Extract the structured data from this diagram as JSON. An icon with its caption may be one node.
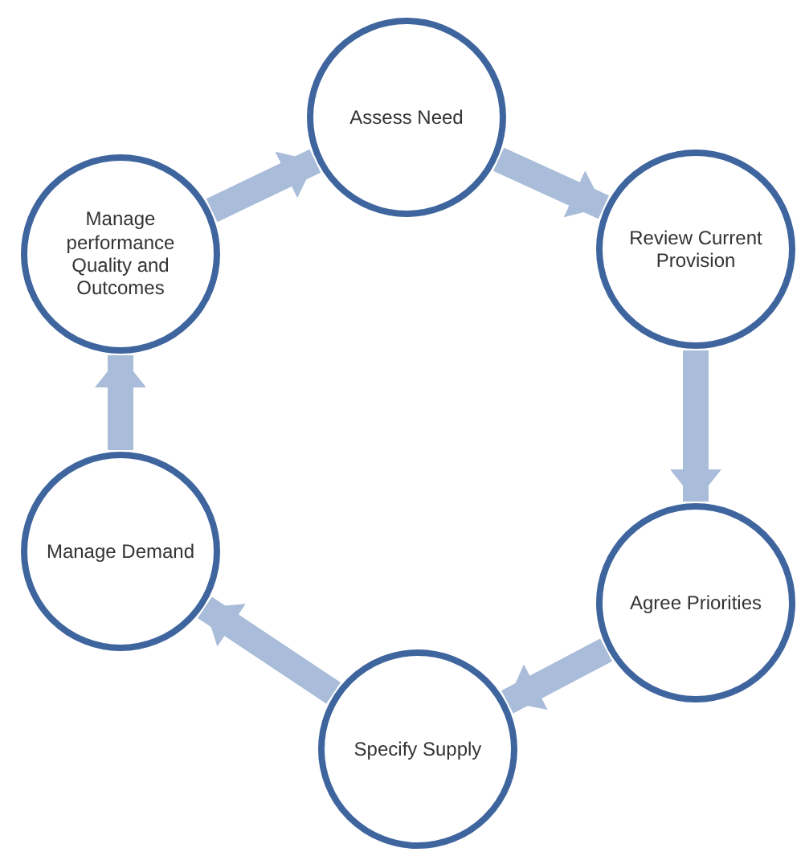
{
  "diagram": {
    "nodes": [
      {
        "text": [
          "Assess Need"
        ]
      },
      {
        "text": [
          "Review Current Provision"
        ]
      },
      {
        "text": [
          "Agree Priorities"
        ]
      },
      {
        "text": [
          "Specify Supply"
        ]
      },
      {
        "text": [
          "Manage Demand"
        ]
      },
      {
        "text": [
          "Manage performance Quality and Outcomes"
        ]
      }
    ],
    "edges": [
      {
        "from": 0,
        "to": 1,
        "arrow": "to"
      },
      {
        "from": 1,
        "to": 2,
        "arrow": "to"
      },
      {
        "from": 2,
        "to": 3,
        "arrow": "to"
      },
      {
        "from": 3,
        "to": 4,
        "arrow": "to"
      },
      {
        "from": 4,
        "to": 5,
        "arrow": "to"
      },
      {
        "from": 5,
        "to": 0,
        "arrow": "to"
      }
    ]
  }
}
